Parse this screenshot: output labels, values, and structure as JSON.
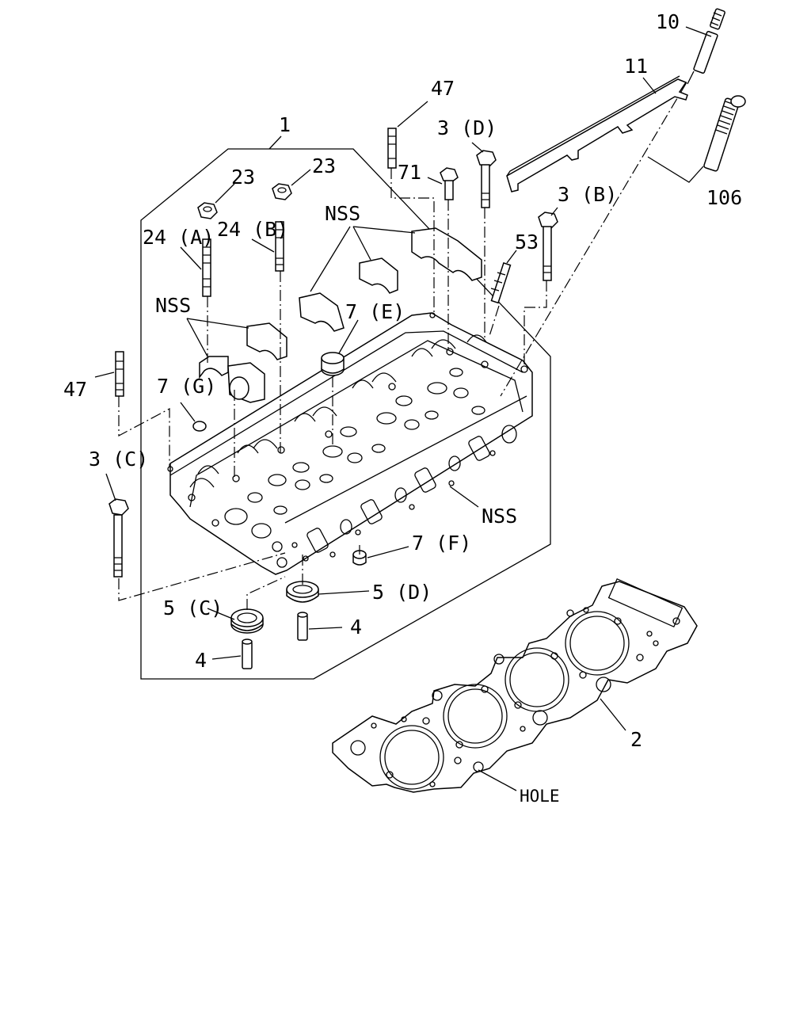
{
  "callouts": {
    "c10": "10",
    "c11": "11",
    "c106": "106",
    "c47_top": "47",
    "c3d": "3 (D)",
    "c71": "71",
    "c1": "1",
    "c23_a": "23",
    "c23_b": "23",
    "c24a": "24 (A)",
    "c24b": "24 (B)",
    "c_nss_top": "NSS",
    "c3b": "3 (B)",
    "c53": "53",
    "c_nss_left": "NSS",
    "c7e": "7 (E)",
    "c47_left": "47",
    "c7g": "7 (G)",
    "c3c": "3 (C)",
    "c_nss_right": "NSS",
    "c7f": "7 (F)",
    "c5d": "5 (D)",
    "c5c": "5 (C)",
    "c4_a": "4",
    "c4_b": "4",
    "c2": "2",
    "c_hole": "HOLE"
  },
  "parts": {
    "cylinder_head": "cylinder head",
    "head_gasket": "cylinder head gasket",
    "glow_plug": "glow plug",
    "connector_plate": "glow plug connector",
    "injector_sleeve": "injector sleeve",
    "bearing_caps": "camshaft bearing caps"
  }
}
